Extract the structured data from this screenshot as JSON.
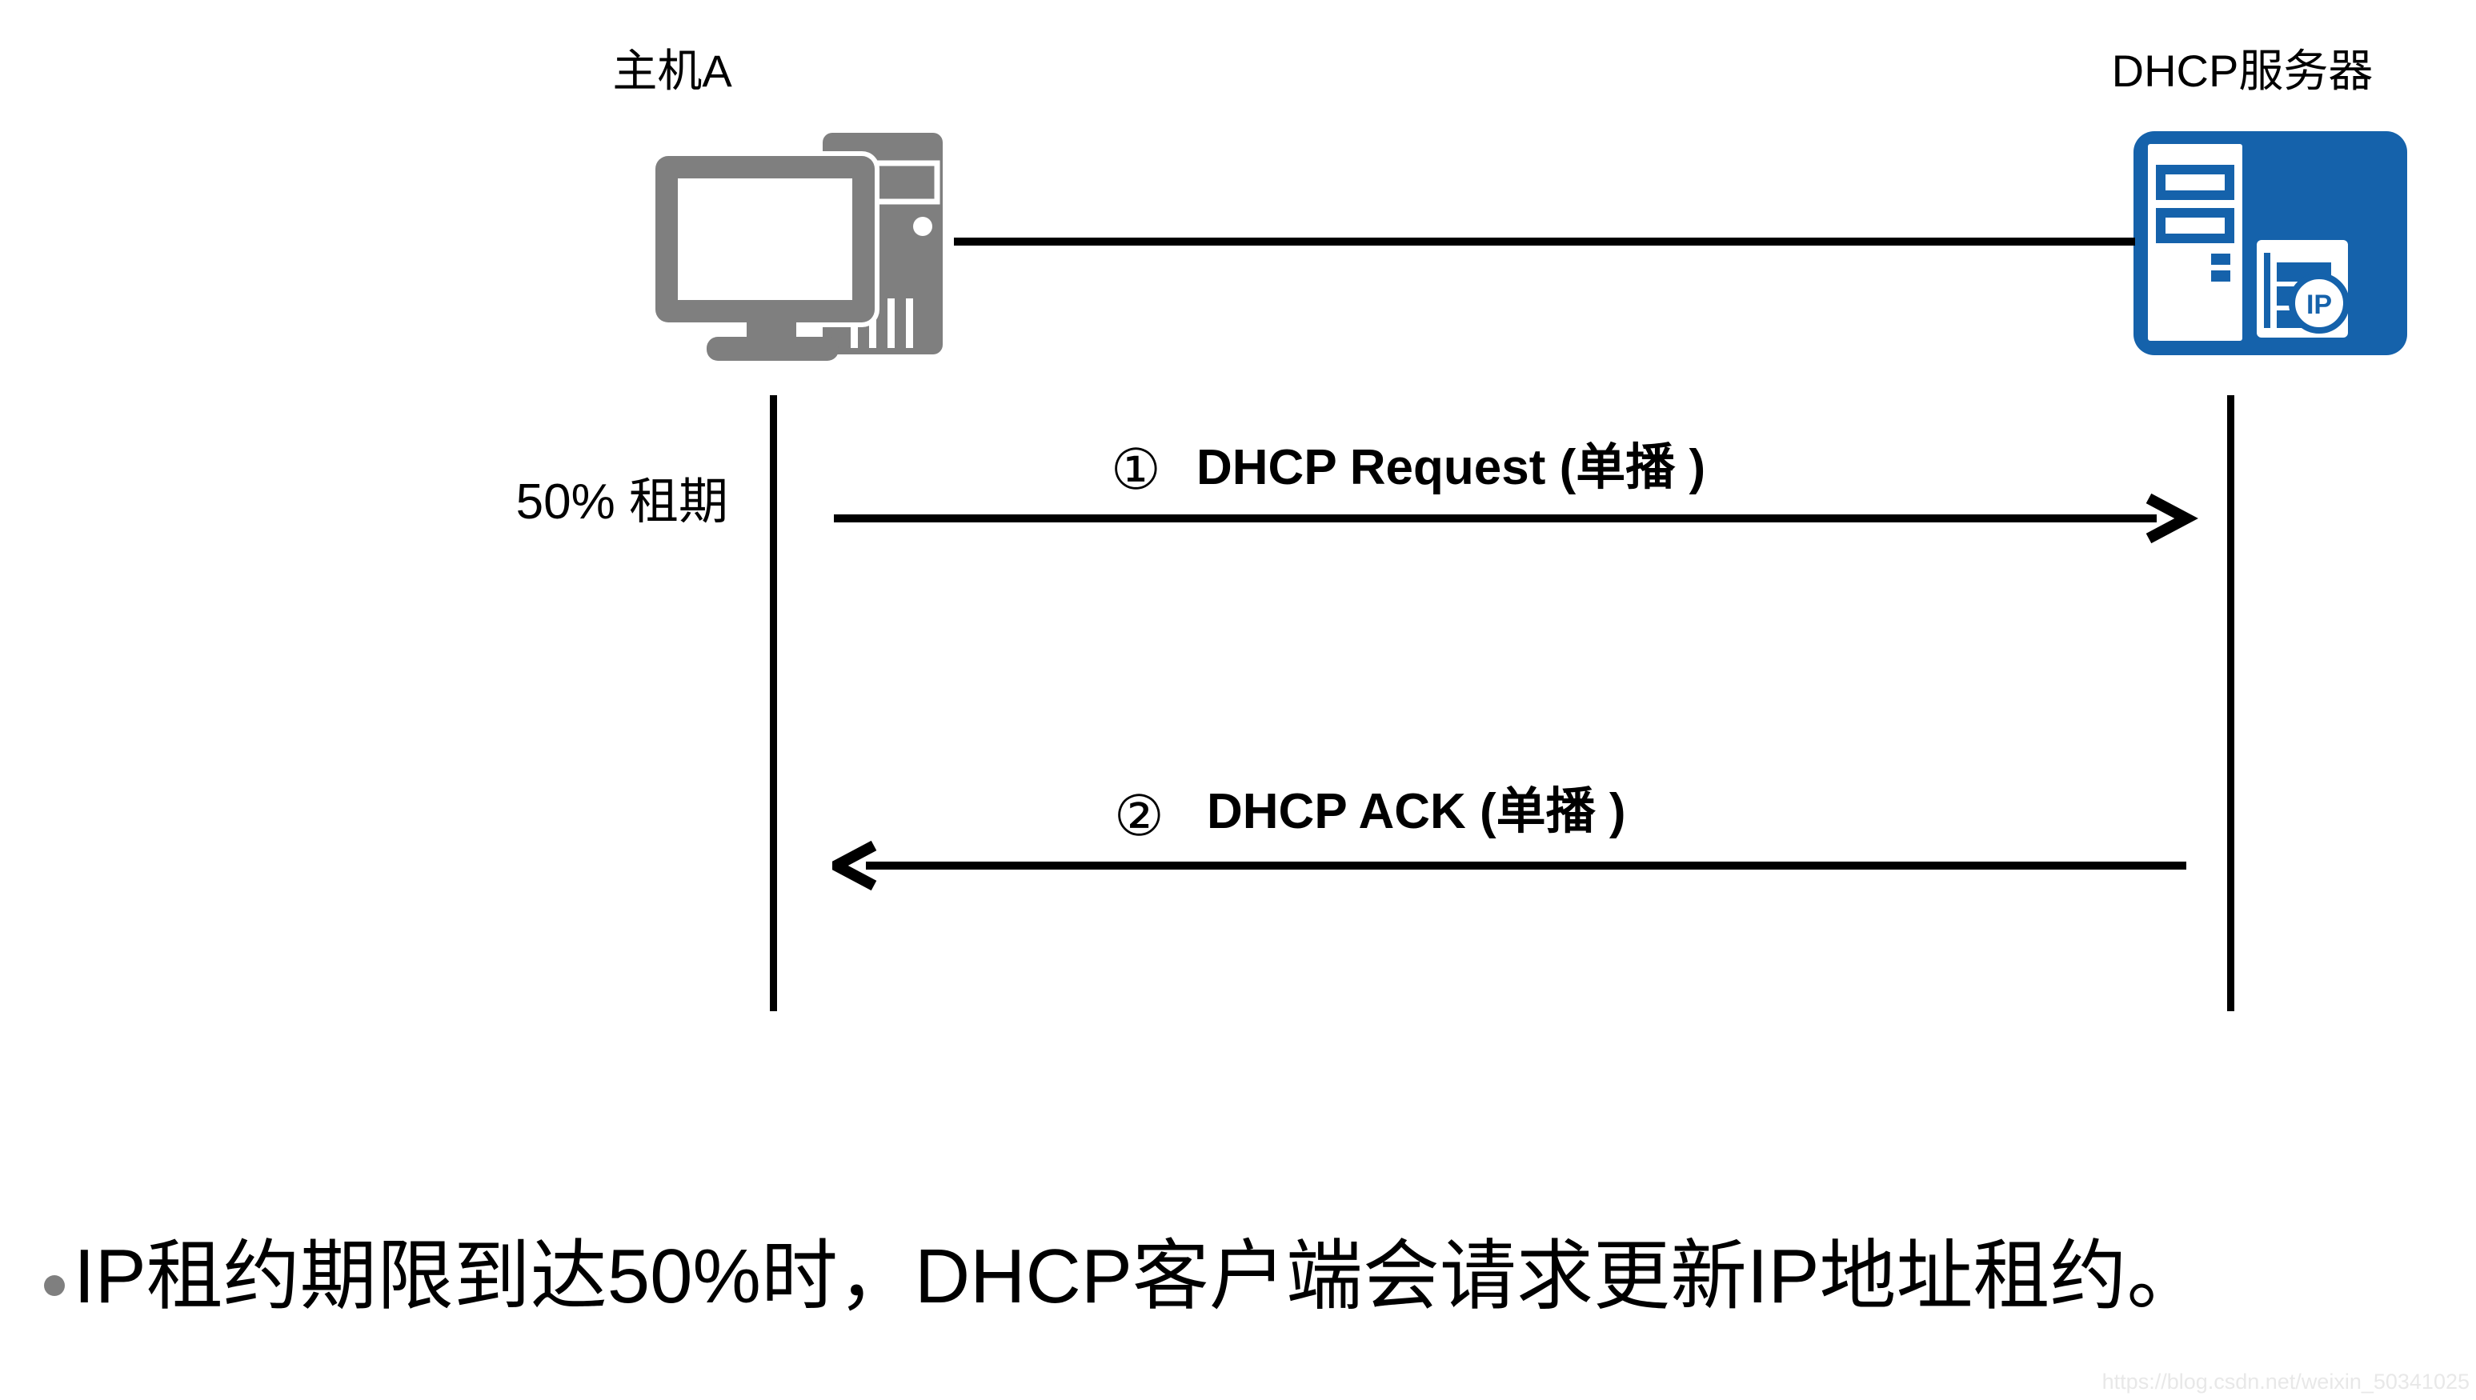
{
  "diagram": {
    "host": {
      "label": "主机A",
      "icon": "desktop-computer-icon"
    },
    "server": {
      "label": "DHCP服务器",
      "icon": "dhcp-server-icon",
      "icon_badge": "IP"
    },
    "lease_marker": "50% 租期",
    "messages": [
      {
        "step": "①",
        "label": "DHCP Request (单播 )",
        "direction": "right"
      },
      {
        "step": "②",
        "label": "DHCP ACK (单播 )",
        "direction": "left"
      }
    ]
  },
  "note": {
    "text": "IP租约期限到达50%时，DHCP客户端会请求更新IP地址租约。"
  },
  "watermark": "https://blog.csdn.net/weixin_50341025",
  "colors": {
    "server_blue": "#1562ab",
    "icon_gray": "#7f7f7f",
    "line_black": "#000000",
    "watermark_gray": "#e8e8e8"
  }
}
